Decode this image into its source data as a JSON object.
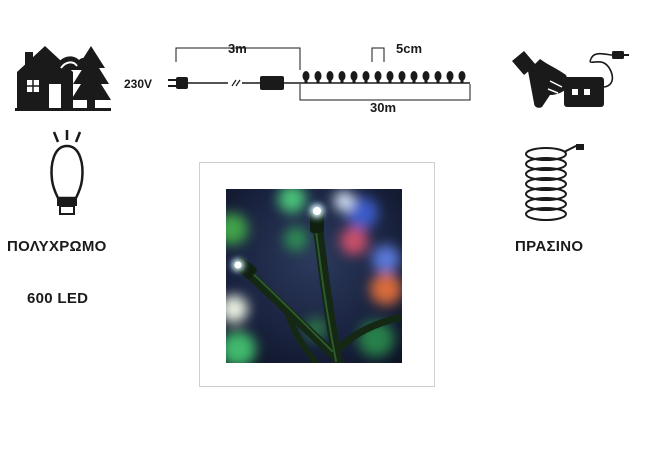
{
  "diagram": {
    "voltage": "230V",
    "lead_length": "3m",
    "spacing": "5cm",
    "total_length": "30m"
  },
  "features": {
    "color_label": "ΠΟΛΥΧΡΩΜΟ",
    "led_count": "600 LED",
    "cable_label": "ΠΡΑΣΙΝΟ"
  },
  "icons": {
    "indoor_outdoor": "house-tree-icon",
    "bulb": "led-bulb-icon",
    "power": "hand-plug-icon",
    "cable": "coiled-cable-icon"
  },
  "colors": {
    "ink": "#1a1a1a",
    "cable_green": "#1e3d1f"
  }
}
